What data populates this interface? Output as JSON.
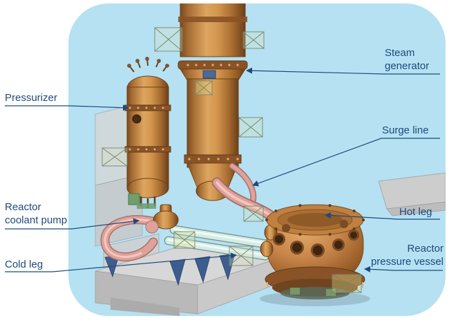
{
  "slide": {
    "background": "#ffffff",
    "panel_background": "#b5e1f2"
  },
  "colors": {
    "label_text": "#1f497d",
    "leader_line": "#1f497d",
    "copper_vessel": "#c8854a",
    "hot_leg_pipe": "#e0a19a",
    "cold_leg_pipe": "#d4ebe6",
    "concrete_gray": "#c6c6c6",
    "support_blue": "#3e5d8f"
  },
  "labels": {
    "steam_generator": "Steam generator",
    "pressurizer": "Pressurizer",
    "surge_line": "Surge line",
    "hot_leg": "Hot leg",
    "reactor_coolant_pump": "Reactor coolant pump",
    "cold_leg": "Cold leg",
    "reactor_pressure_vessel": "Reactor pressure vessel"
  }
}
